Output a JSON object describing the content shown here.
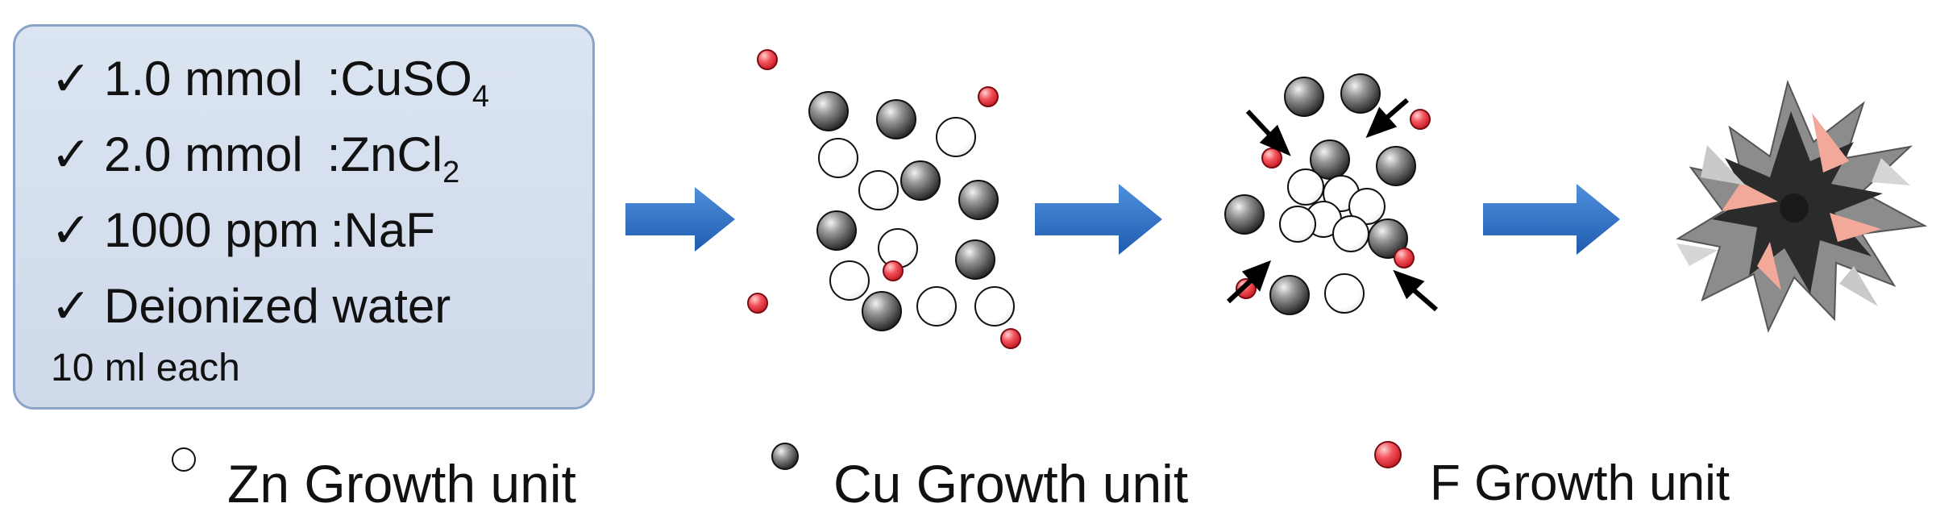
{
  "recipe": {
    "lines": [
      {
        "check": "✓",
        "amount": "1.0 mmol",
        "sep": ":",
        "formula": "CuSO",
        "subscript": "4"
      },
      {
        "check": "✓",
        "amount": "2.0 mmol",
        "sep": ":",
        "formula": "ZnCl",
        "subscript": "2"
      },
      {
        "check": "✓",
        "amount": "1000 ppm",
        "sep": ":",
        "formula": "NaF",
        "subscript": ""
      },
      {
        "check": "✓",
        "amount": "Deionized water",
        "sep": "",
        "formula": "",
        "subscript": ""
      }
    ],
    "note": "10 ml each"
  },
  "legend": {
    "zn": "Zn Growth unit",
    "cu": "Cu Growth unit",
    "f": "F Growth unit"
  },
  "colors": {
    "box_fill": "#d3dcec",
    "box_border": "#8aa3c6",
    "arrow_blue": "#2e6fc4",
    "f_red": "#ef3b44",
    "cu_dark": "#3a3a3a",
    "burst_pink": "#f2a99a"
  }
}
